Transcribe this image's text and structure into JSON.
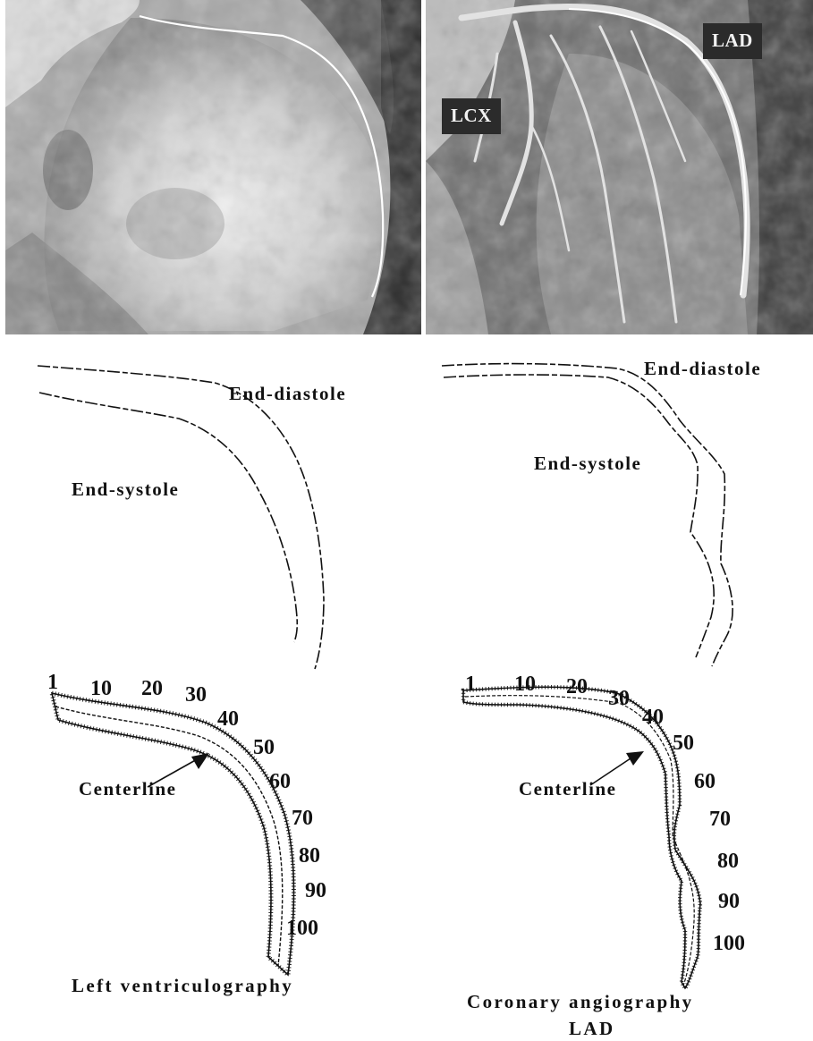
{
  "images": {
    "left": {
      "kind": "left-ventriculogram-xray"
    },
    "right": {
      "kind": "coronary-angiogram-xray",
      "tags": {
        "lad": "LAD",
        "lcx": "LCX"
      }
    }
  },
  "contours": {
    "left": {
      "end_diastole": "End-diastole",
      "end_systole": "End-systole"
    },
    "right": {
      "end_diastole": "End-diastole",
      "end_systole": "End-systole"
    }
  },
  "centerline": {
    "left": {
      "label": "Centerline",
      "chord_numbers": [
        "1",
        "10",
        "20",
        "30",
        "40",
        "50",
        "60",
        "70",
        "80",
        "90",
        "100"
      ]
    },
    "right": {
      "label": "Centerline",
      "chord_numbers": [
        "1",
        "10",
        "20",
        "30",
        "40",
        "50",
        "60",
        "70",
        "80",
        "90",
        "100"
      ]
    }
  },
  "captions": {
    "left": "Left ventriculography",
    "right_line1": "Coronary angiography",
    "right_line2": "LAD"
  }
}
